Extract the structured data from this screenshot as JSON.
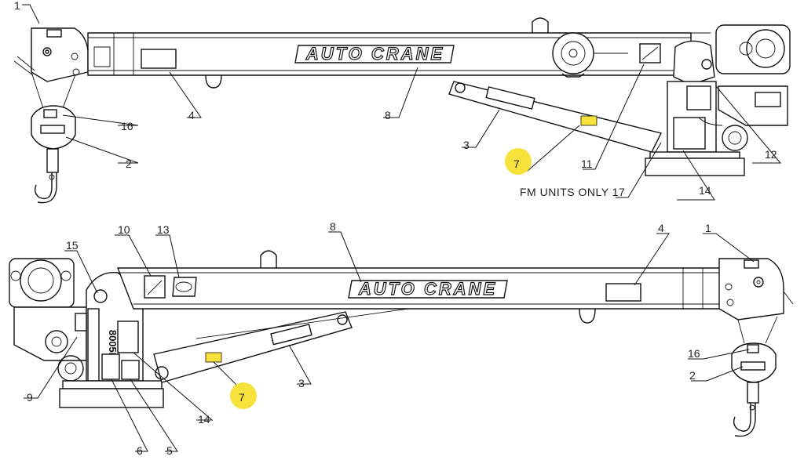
{
  "brand_decal": "AUTO CRANE",
  "model_decal": "8005H",
  "fm_units_label": "FM UNITS ONLY 17",
  "highlight_color": "#f6e23a",
  "top_view": {
    "callouts": [
      "1",
      "16",
      "2",
      "4",
      "8",
      "3",
      "7",
      "11",
      "12",
      "14"
    ]
  },
  "bottom_view": {
    "callouts": [
      "15",
      "10",
      "13",
      "8",
      "4",
      "1",
      "9",
      "6",
      "5",
      "14",
      "3",
      "7",
      "16",
      "2"
    ]
  }
}
